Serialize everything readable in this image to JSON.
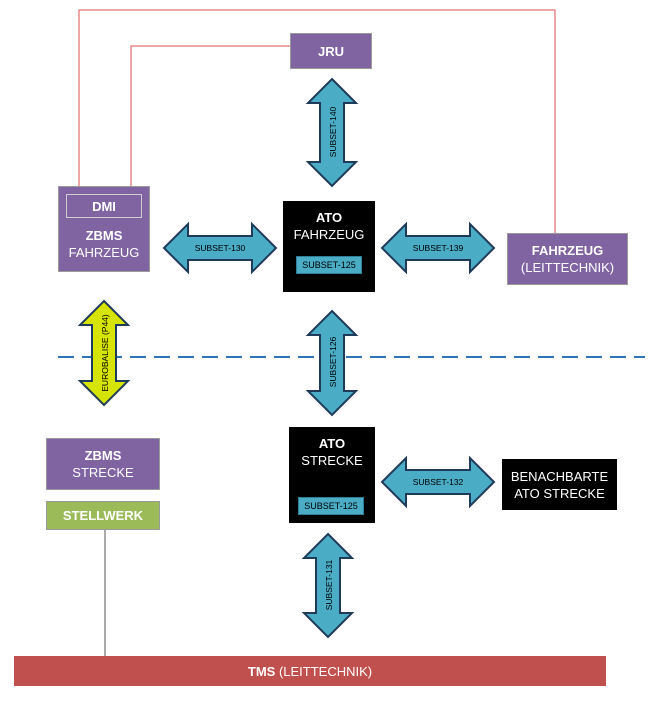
{
  "boxes": {
    "jru": "JRU",
    "dmi": "DMI",
    "zbms_fahrzeug": [
      "ZBMS",
      "FAHRZEUG"
    ],
    "ato_fahrzeug": [
      "ATO",
      "FAHRZEUG"
    ],
    "ato_fahrzeug_subset": "SUBSET-125",
    "fahrzeug_leittechnik": [
      "FAHRZEUG",
      "(LEITTECHNIK)"
    ],
    "zbms_strecke": [
      "ZBMS",
      "STRECKE"
    ],
    "stellwerk": "STELLWERK",
    "ato_strecke": [
      "ATO",
      "STRECKE"
    ],
    "ato_strecke_subset": "SUBSET-125",
    "benachbarte": [
      "BENACHBARTE",
      "ATO STRECKE"
    ],
    "tms_bold": "TMS",
    "tms_rest": " (LEITTECHNIK)"
  },
  "arrows": {
    "subset_140": "SUBSET-140",
    "subset_130": "SUBSET-130",
    "subset_139": "SUBSET-139",
    "subset_126": "SUBSET-126",
    "eurobalise": "EUROBALISE (P44)",
    "subset_132": "SUBSET-132",
    "subset_131": "SUBSET-131"
  },
  "colors": {
    "purple": "#8064a2",
    "black": "#000000",
    "green": "#9bbb59",
    "tms_red": "#c0504d",
    "arrow_blue": "#4bacc6",
    "arrow_yellow": "#d7e400",
    "link_red": "#d9534f",
    "dashed_blue": "#2e75b6"
  }
}
